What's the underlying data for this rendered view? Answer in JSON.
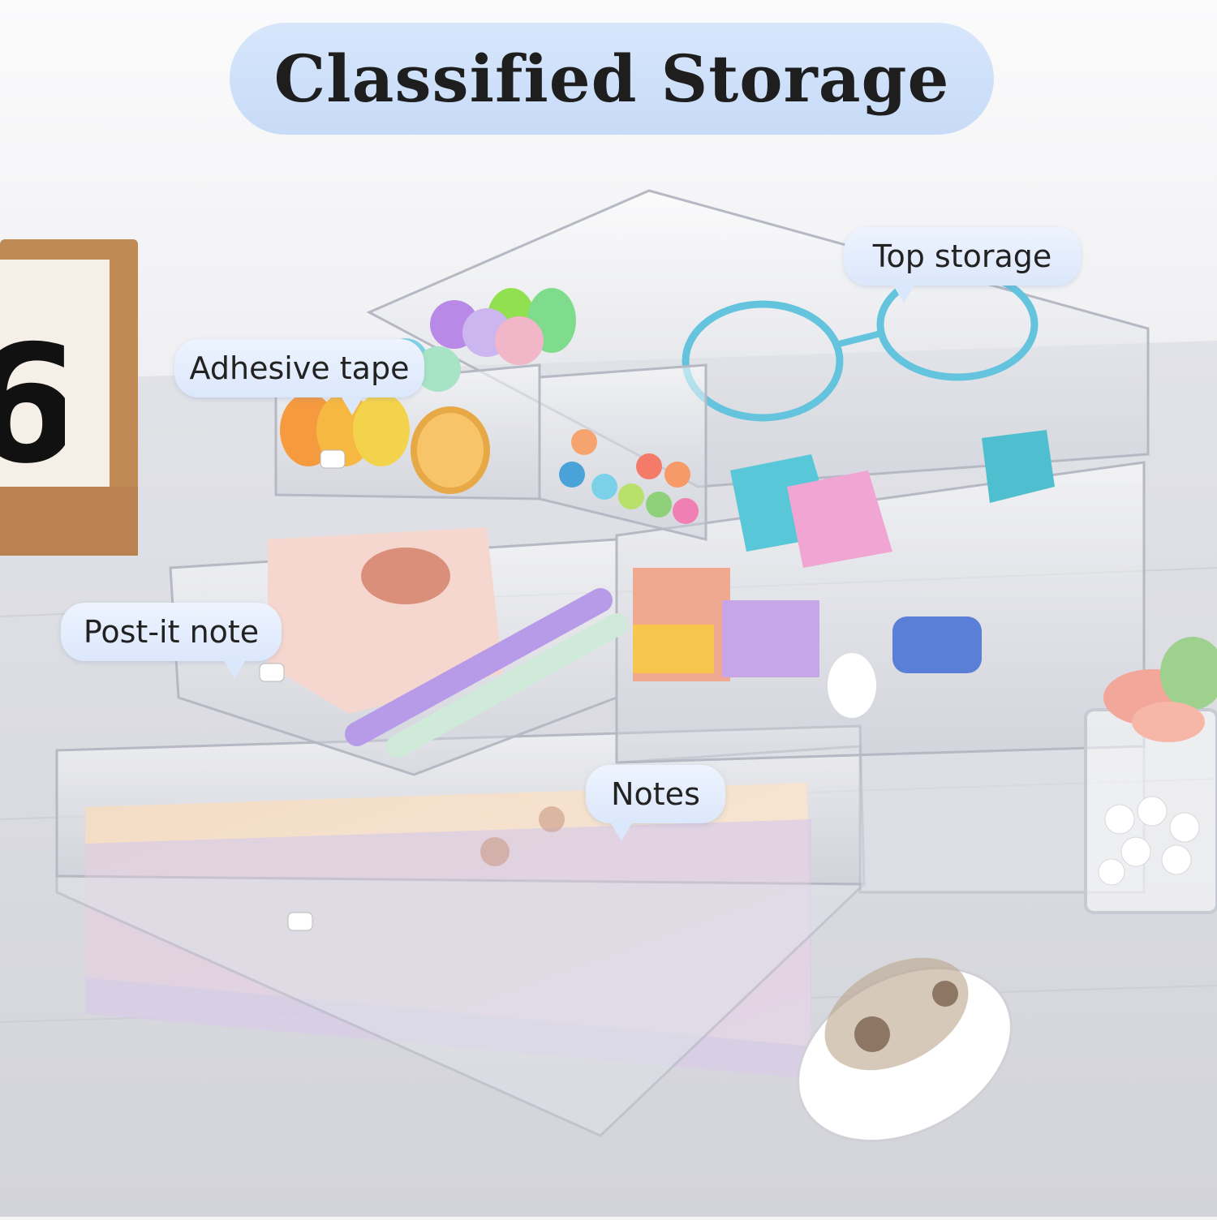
{
  "title": "Classified Storage",
  "labels": {
    "top_storage": "Top storage",
    "adhesive_tape": "Adhesive tape",
    "post_it_note": "Post-it note",
    "notes": "Notes"
  },
  "calendar_digit": "6",
  "colors": {
    "title_pill": "#c7dbf8",
    "callout_bg": "#dbe7fb",
    "background": "#f4f4f6",
    "wood_frame": "#c08a55"
  }
}
